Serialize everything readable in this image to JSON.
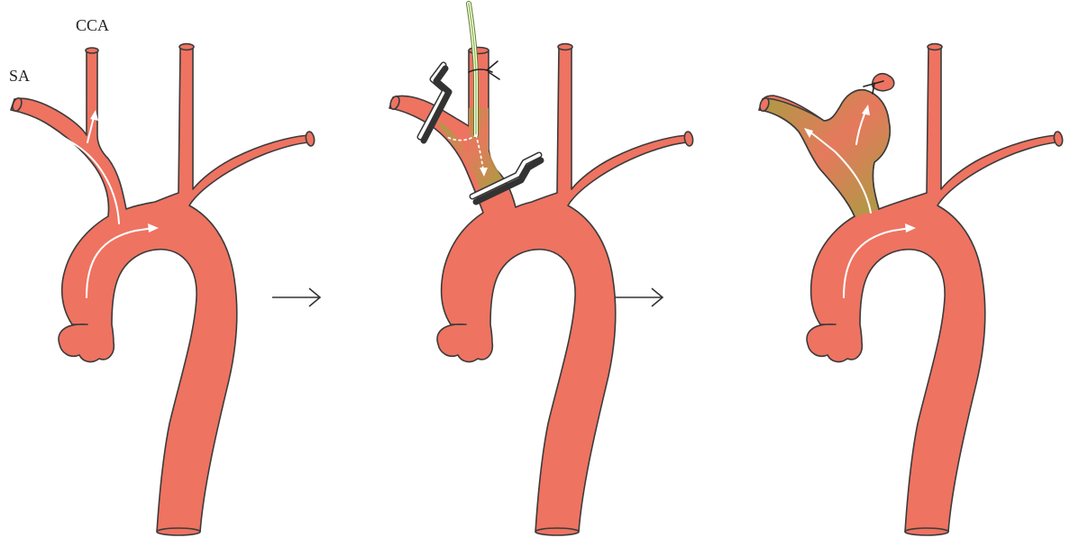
{
  "labels": {
    "cca": "CCA",
    "sa": "SA"
  },
  "panels": [
    {
      "id": "panel-1",
      "description_hidden": ""
    },
    {
      "id": "panel-2"
    },
    {
      "id": "panel-3"
    }
  ],
  "colors": {
    "vessel": "#ee7361",
    "outline": "#3b3b3b",
    "lumen": "#c4463a",
    "infused_tint": "#8fa63a",
    "flow_arrow": "#ffffff",
    "step_arrow": "#333333"
  },
  "icons": [
    "step-arrow-icon",
    "step-arrow-icon",
    "vessel-clip-icon",
    "catheter-icon",
    "suture-knot-icon"
  ]
}
